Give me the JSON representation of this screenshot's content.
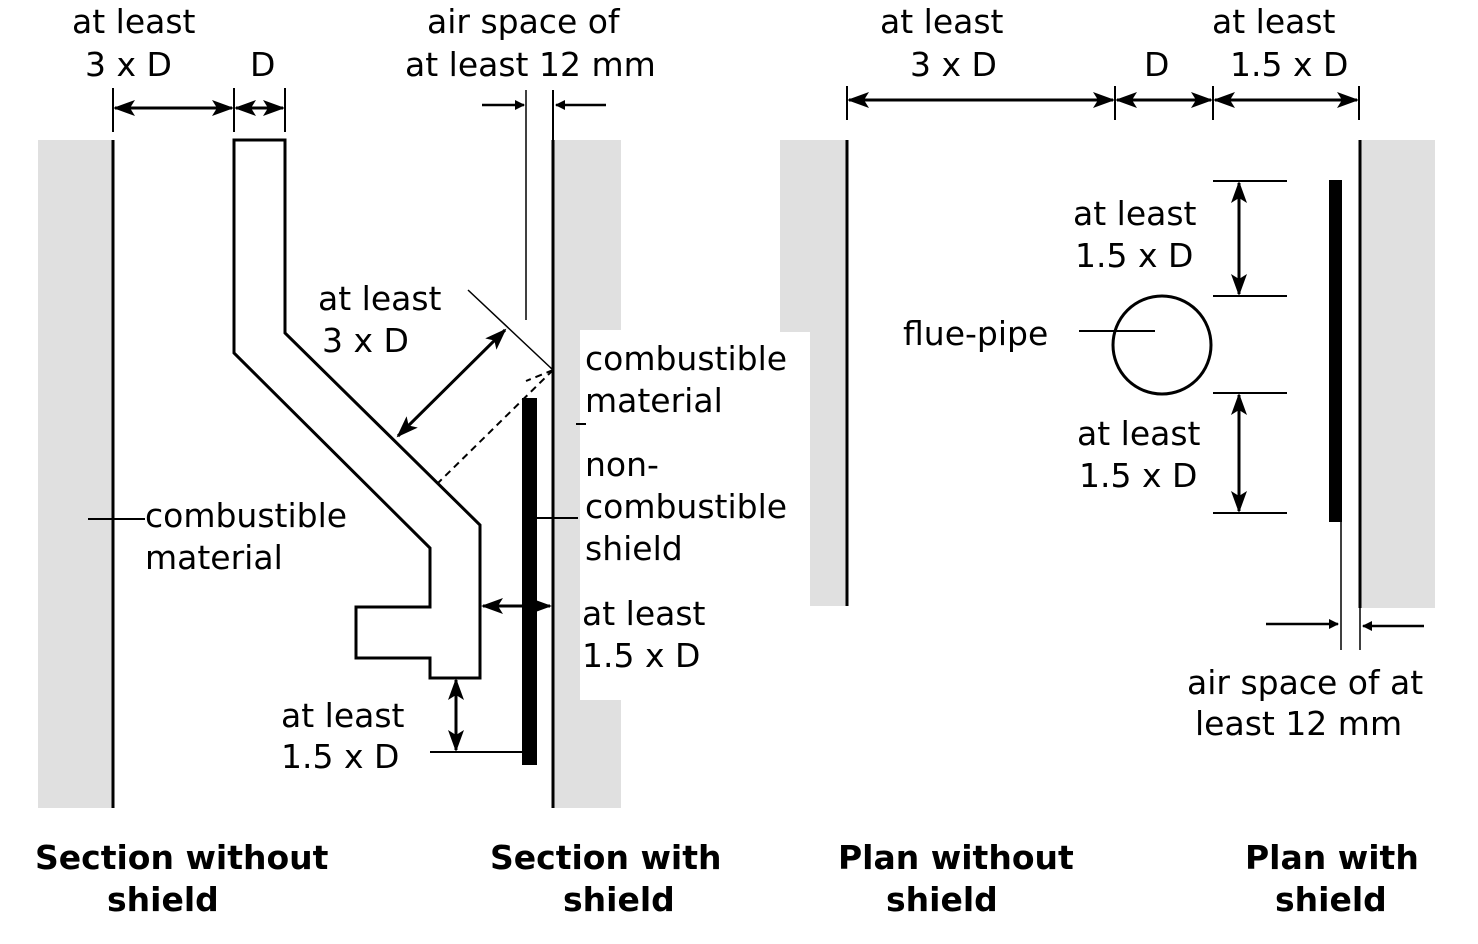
{
  "colors": {
    "wall_fill": "#e0e0e0",
    "line": "#000000",
    "background": "#ffffff"
  },
  "section_without": {
    "dim_3xd_line1": "at least",
    "dim_3xd_line2": "3 x D",
    "dim_d": "D",
    "combustible_line1": "combustible",
    "combustible_line2": "material",
    "caption_line1": "Section without",
    "caption_line2": "shield"
  },
  "section_with": {
    "air_space_line1": "air space of",
    "air_space_line2": "at least 12 mm",
    "diag_line1": "at least",
    "diag_line2": "3 x D",
    "combustible_line1": "combustible",
    "combustible_line2": "material",
    "shield_line1": "non-",
    "shield_line2": "combustible",
    "shield_line3": "shield",
    "side_line1": "at least",
    "side_line2": "1.5 x D",
    "bottom_line1": "at least",
    "bottom_line2": "1.5 x D",
    "caption_line1": "Section with",
    "caption_line2": "shield"
  },
  "plan": {
    "dim_3xd_line1": "at least",
    "dim_3xd_line2": "3 x D",
    "dim_d": "D",
    "dim_15d_line1": "at least",
    "dim_15d_line2": "1.5 x D",
    "top_line1": "at least",
    "top_line2": "1.5 x D",
    "flue_pipe": "flue-pipe",
    "bottom_line1": "at least",
    "bottom_line2": "1.5 x D",
    "air_space_line1": "air space of at",
    "air_space_line2": "least 12 mm",
    "caption_without_line1": "Plan without",
    "caption_without_line2": "shield",
    "caption_with_line1": "Plan with",
    "caption_with_line2": "shield"
  }
}
